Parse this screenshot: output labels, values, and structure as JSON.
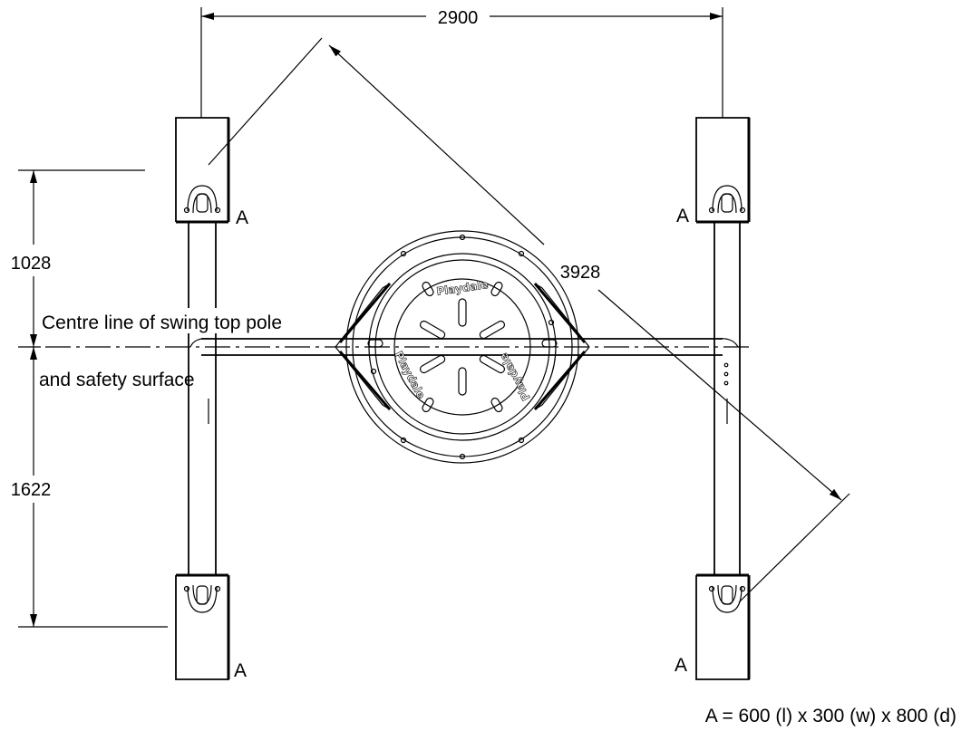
{
  "dimensions": {
    "width_total": "2900",
    "diagonal": "3928",
    "front_offset": "1028",
    "rear_offset": "1622"
  },
  "annotations": {
    "centre_line_1": "Centre line of swing top pole",
    "centre_line_2": "and safety surface"
  },
  "footings": {
    "label": "A",
    "spec": "A = 600 (l) x 300 (w) x 800 (d)"
  },
  "seat": {
    "brand": "Playdale"
  }
}
